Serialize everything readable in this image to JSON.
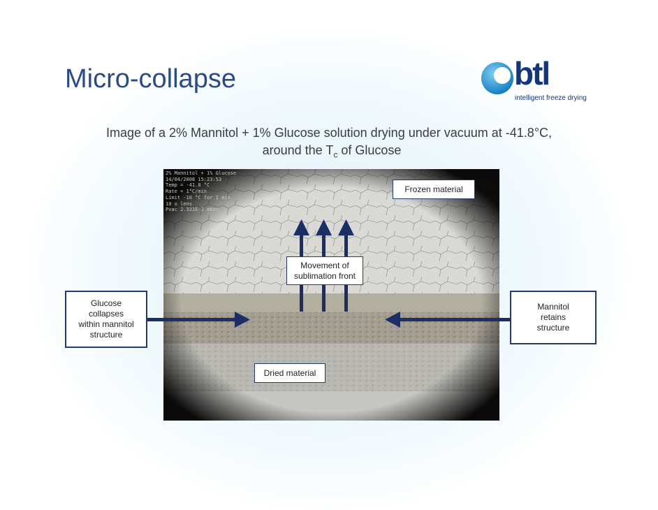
{
  "slide": {
    "title": "Micro-collapse",
    "subtitle_line1": "Image of a 2% Mannitol + 1% Glucose solution drying under vacuum at -41.8°C,",
    "subtitle_line2_before": "around the T",
    "subtitle_line2_sub": "c",
    "subtitle_line2_after": " of Glucose"
  },
  "logo": {
    "word": "btl",
    "tagline": "intelligent freeze drying",
    "color": "#13357b",
    "accent": "#1aa0dc"
  },
  "micrograph": {
    "overlay_lines": [
      "2% Mannitol + 1% Glucose",
      "14/04/2008 15:23:53",
      "Temp = -41.8 °C",
      "Rate = 1°C/min",
      "Limit -10 °C for 1 min",
      "10 x lens",
      "Pvac 2.321E-2 mBar"
    ]
  },
  "labels": {
    "frozen": "Frozen material",
    "movement": "Movement of\nsublimation front",
    "dried": "Dried material",
    "glucose": "Glucose\ncollapses\nwithin mannitol\nstructure",
    "mannitol": "Mannitol\nretains\nstructure"
  },
  "colors": {
    "title": "#2b4a88",
    "arrow": "#1b2e66",
    "box_border": "#23396f"
  }
}
